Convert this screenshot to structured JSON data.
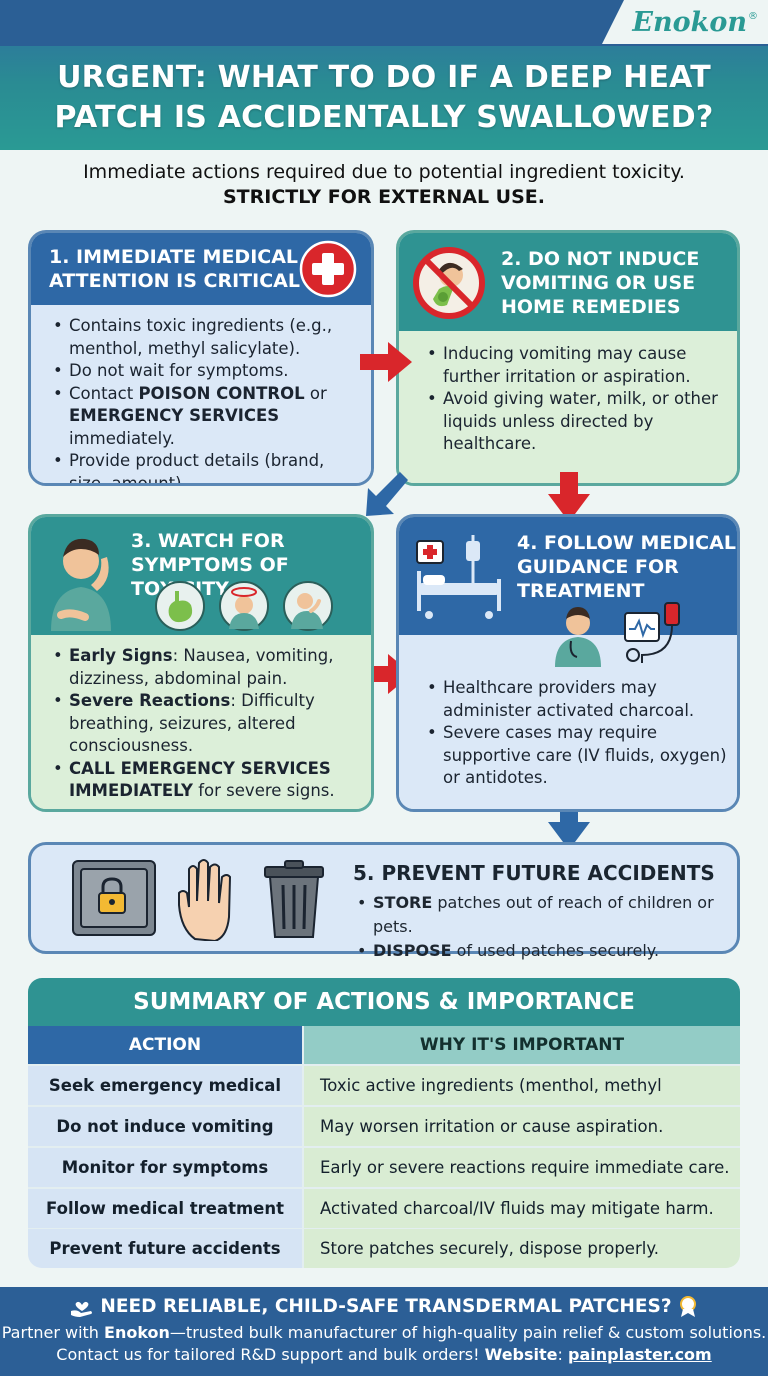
{
  "brand": {
    "logo": "Enokon",
    "reg": "®"
  },
  "header": {
    "title_line1": "URGENT: WHAT TO DO IF A DEEP HEAT",
    "title_line2": "PATCH IS ACCIDENTALLY SWALLOWED?"
  },
  "subtitle": {
    "line1": "Immediate actions required due to potential ingredient toxicity.",
    "line2": "STRICTLY FOR EXTERNAL USE."
  },
  "step1": {
    "title_l1": "1. IMMEDIATE MEDICAL",
    "title_l2": "ATTENTION IS CRITICAL",
    "b1_l1": "Contains toxic ingredients (e.g.,",
    "b1_l2": "menthol, methyl salicylate).",
    "b2": "Do not wait for symptoms.",
    "b3_pre": "Contact ",
    "b3_bold": "POISON CONTROL",
    "b3_post": " or",
    "b3_bold2": "EMERGENCY SERVICES",
    "b3_post2": " immediately.",
    "b4_l1": "Provide product details (brand,",
    "b4_l2": "size, amount).",
    "icon": "medical-cross-icon"
  },
  "step2": {
    "title_l1": "2. DO NOT INDUCE",
    "title_l2": "VOMITING OR USE",
    "title_l3": "HOME REMEDIES",
    "b1_l1": "Inducing vomiting may cause",
    "b1_l2": "further irritation or aspiration.",
    "b2_l1": "Avoid giving water, milk, or other",
    "b2_l2": "liquids unless directed by",
    "b2_l3": "healthcare.",
    "icon": "no-vomiting-icon"
  },
  "step3": {
    "title_l1": "3. WATCH FOR",
    "title_l2": "SYMPTOMS OF TOXICITY",
    "b1_bold": "Early Signs",
    "b1_l1": ": Nausea, vomiting,",
    "b1_l2": "dizziness, abdominal pain.",
    "b2_bold": "Severe Reactions",
    "b2_l1": ": Difficulty",
    "b2_l2": "breathing, seizures, altered",
    "b2_l3": "consciousness.",
    "b3_bold_l1": "CALL EMERGENCY SERVICES",
    "b3_bold_l2": "IMMEDIATELY",
    "b3_post": " for severe signs.",
    "icons": [
      "sick-person-icon",
      "stomach-icon",
      "dizzy-person-icon",
      "breathing-difficulty-icon"
    ]
  },
  "step4": {
    "title_l1": "4. FOLLOW MEDICAL",
    "title_l2": "GUIDANCE FOR",
    "title_l3": "TREATMENT",
    "b1_l1": "Healthcare providers may",
    "b1_l2": "administer activated charcoal.",
    "b2_l1": "Severe cases may require",
    "b2_l2": "supportive care (IV fluids, oxygen)",
    "b2_l3": "or antidotes.",
    "icons": [
      "hospital-bed-icon",
      "doctor-icon",
      "iv-monitor-icon"
    ]
  },
  "step5": {
    "title": "5. PREVENT FUTURE ACCIDENTS",
    "b1_bold": "STORE",
    "b1_rest": " patches out of reach of children or pets.",
    "b2_bold": "DISPOSE",
    "b2_rest": " of used patches securely.",
    "icons": [
      "safe-icon",
      "hand-stop-icon",
      "trash-can-icon"
    ]
  },
  "summary": {
    "title": "SUMMARY OF ACTIONS & IMPORTANCE",
    "col_action": "ACTION",
    "col_why": "WHY IT'S IMPORTANT",
    "rows": [
      {
        "action": "Seek emergency medical help",
        "why": "Toxic active ingredients (menthol, methyl salicylate)."
      },
      {
        "action": "Do not induce vomiting",
        "why": "May worsen irritation or cause aspiration."
      },
      {
        "action": "Monitor for symptoms",
        "why": "Early or severe reactions require immediate care."
      },
      {
        "action": "Follow medical treatment",
        "why": "Activated charcoal/IV fluids may mitigate harm."
      },
      {
        "action": "Prevent future accidents",
        "why": "Store patches securely, dispose properly."
      }
    ]
  },
  "footer": {
    "title": "NEED RELIABLE, CHILD-SAFE TRANSDERMAL PATCHES?",
    "l1_pre": "Partner with ",
    "l1_bold": "Enokon",
    "l1_post": "—trusted bulk manufacturer of high-quality pain relief & custom solutions.",
    "l2_pre": "Contact us for tailored R&D support and bulk orders! ",
    "l2_bold": "Website",
    "l2_colon": ": ",
    "url": "painplaster.com"
  },
  "colors": {
    "blue": "#2e68a6",
    "teal": "#2f9392",
    "arrow_red": "#d9262b",
    "arrow_blue": "#2e68a6"
  }
}
